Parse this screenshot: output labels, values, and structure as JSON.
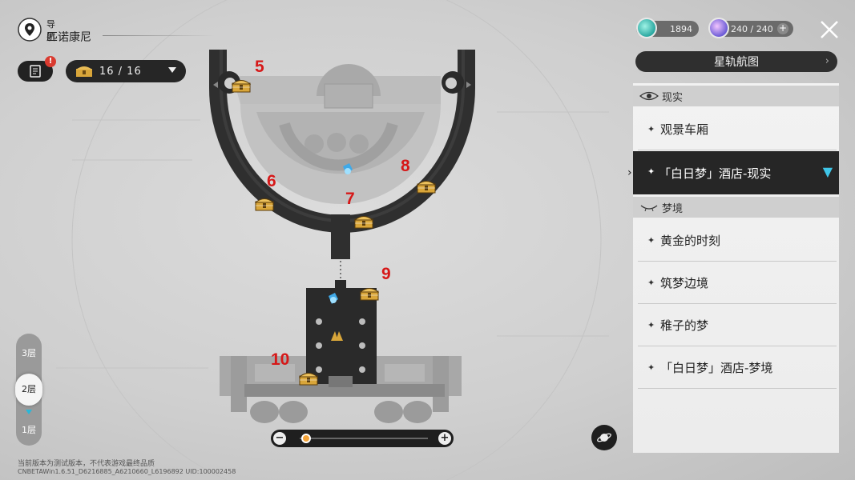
{
  "nav": {
    "label": "导航",
    "location": "匹诺康尼"
  },
  "notes": {
    "badge": "!"
  },
  "chest_filter": {
    "count": "16 / 16"
  },
  "currency": {
    "stellar_jade": "1894",
    "trailblaze_power": "240 / 240",
    "plus": "+"
  },
  "star_rail_map": {
    "label": "星轨航图",
    "chevron": "›"
  },
  "sections": [
    {
      "label": "现实"
    },
    {
      "label": "梦境"
    }
  ],
  "reality_items": [
    {
      "label": "观景车厢"
    },
    {
      "label": "「白日梦」酒店-现实",
      "selected": true
    }
  ],
  "dream_items": [
    {
      "label": "黄金的时刻"
    },
    {
      "label": "筑梦边境"
    },
    {
      "label": "稚子的梦"
    },
    {
      "label": "「白日梦」酒店-梦境"
    }
  ],
  "floors": [
    {
      "label": "3层"
    },
    {
      "label": "2层",
      "selected": true
    },
    {
      "label": "1层"
    }
  ],
  "zoom": {
    "minus": "−",
    "plus": "+",
    "level": 0.05
  },
  "chest_markers": [
    {
      "number": "5"
    },
    {
      "number": "6"
    },
    {
      "number": "7"
    },
    {
      "number": "8"
    },
    {
      "number": "9"
    },
    {
      "number": "10"
    }
  ],
  "footer": {
    "line1": "当前版本为测试版本，不代表游戏最终品质",
    "line2": "CNBETAWin1.6.51_D6216885_A6210660_L6196892  UID:100002458"
  },
  "colors": {
    "accent_cyan": "#3fc6e8",
    "marker_red": "#d61818",
    "chest_gold": "#d9a63a",
    "panel_dark": "#262626"
  }
}
